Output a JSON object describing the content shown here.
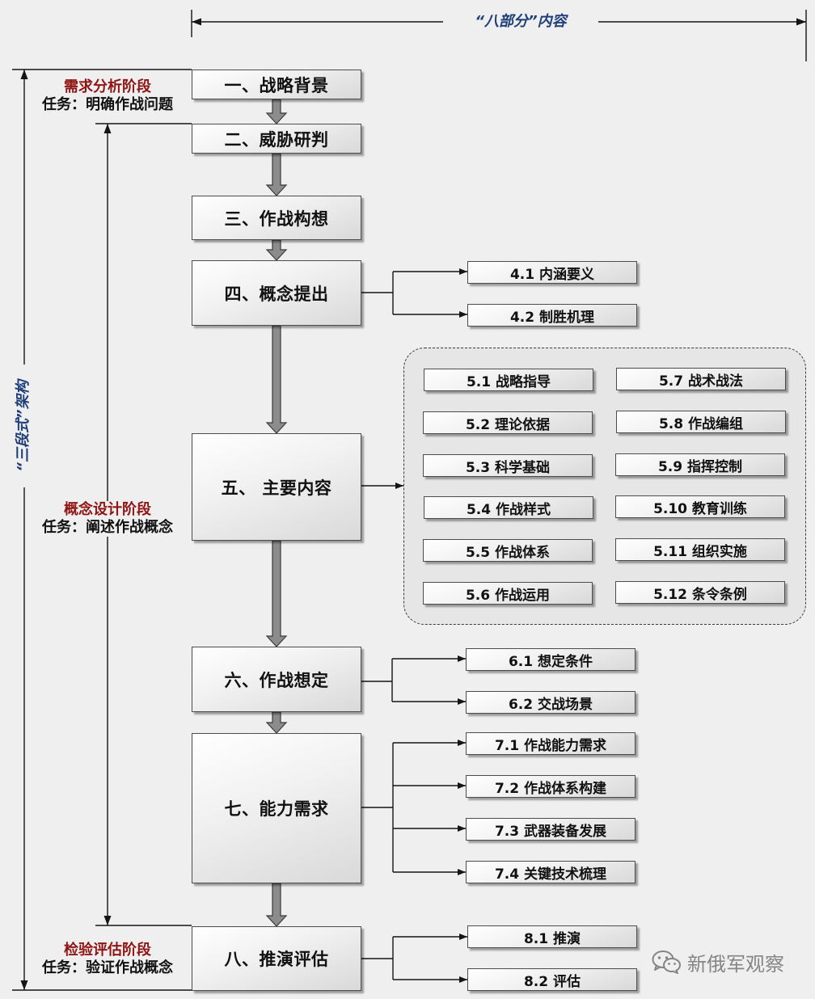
{
  "header": {
    "title": "“八部分”内容"
  },
  "framework": {
    "title": "“三段式”架构"
  },
  "stages": [
    {
      "name": "需求分析阶段",
      "task": "任务：明确作战问题"
    },
    {
      "name": "概念设计阶段",
      "task": "任务：阐述作战概念"
    },
    {
      "name": "检验评估阶段",
      "task": "任务：验证作战概念"
    }
  ],
  "parts": [
    "一、战略背景",
    "二、威胁研判",
    "三、作战构想",
    "四、概念提出",
    "五、 主要内容",
    "六、作战想定",
    "七、能力需求",
    "八、推演评估"
  ],
  "details": {
    "part4": [
      "4.1 内涵要义",
      "4.2 制胜机理"
    ],
    "part5": [
      "5.1 战略指导",
      "5.2 理论依据",
      "5.3 科学基础",
      "5.4 作战样式",
      "5.5 作战体系",
      "5.6 作战运用",
      "5.7 战术战法",
      "5.8 作战编组",
      "5.9 指挥控制",
      "5.10 教育训练",
      "5.11 组织实施",
      "5.12 条令条例"
    ],
    "part6": [
      "6.1 想定条件",
      "6.2 交战场景"
    ],
    "part7": [
      "7.1 作战能力需求",
      "7.2 作战体系构建",
      "7.3 武器装备发展",
      "7.4 关键技术梳理"
    ],
    "part8": [
      "8.1 推演",
      "8.2 评估"
    ]
  },
  "watermark": {
    "icon": "wechat-icon",
    "text": "新俄军观察"
  },
  "colors": {
    "background": "#efefef",
    "header_text": "#1f3f7a",
    "stage_title": "#8f1515",
    "arrow_fill": "#8c8c8c",
    "panel_fill": "#e6e6e6",
    "watermark": "#858585"
  }
}
